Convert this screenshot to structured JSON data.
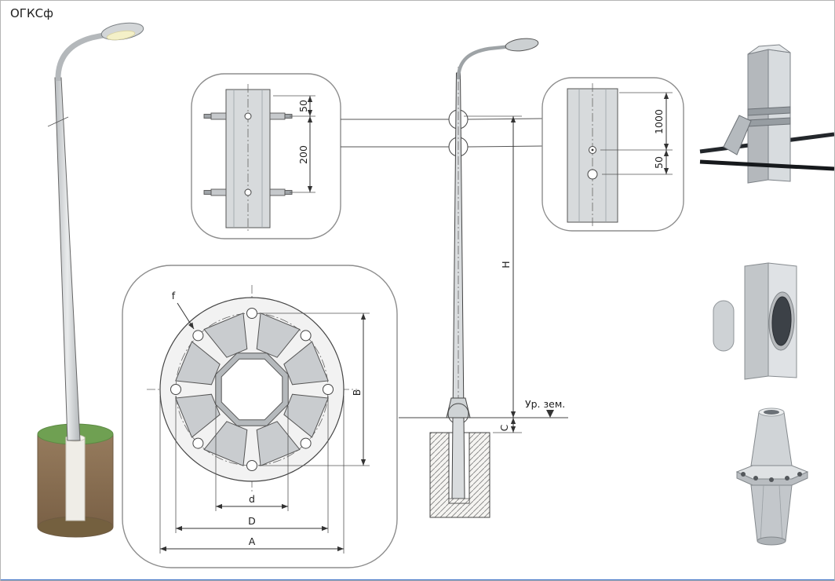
{
  "title": "ОГКСф",
  "callout_clamp": {
    "dim_offset": "50",
    "dim_spacing": "200"
  },
  "callout_hole": {
    "dim_height": "1000",
    "dim_offset": "50"
  },
  "flange": {
    "dim_f": "f",
    "dim_B": "B",
    "dim_d": "d",
    "dim_D": "D",
    "dim_A": "A"
  },
  "elevation": {
    "dim_H": "H",
    "dim_C": "C",
    "ground_label": "Ур. зем."
  },
  "colors": {
    "line": "#3c3c3c",
    "steel": "#d7dadc",
    "grass": "#6aa24e",
    "soil": "#8a7157",
    "accent_bottom": "#2f66c0"
  }
}
